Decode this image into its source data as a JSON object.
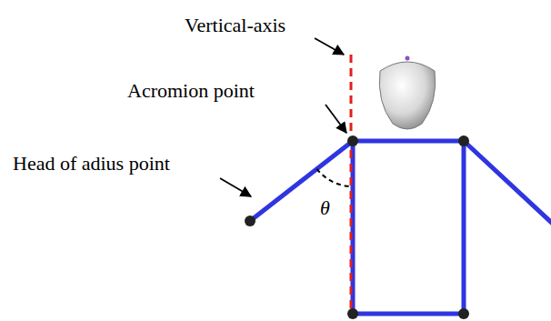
{
  "diagram": {
    "labels": [
      "Vertical-axis",
      "Acromion point",
      "Head of adius point",
      "θ"
    ]
  }
}
